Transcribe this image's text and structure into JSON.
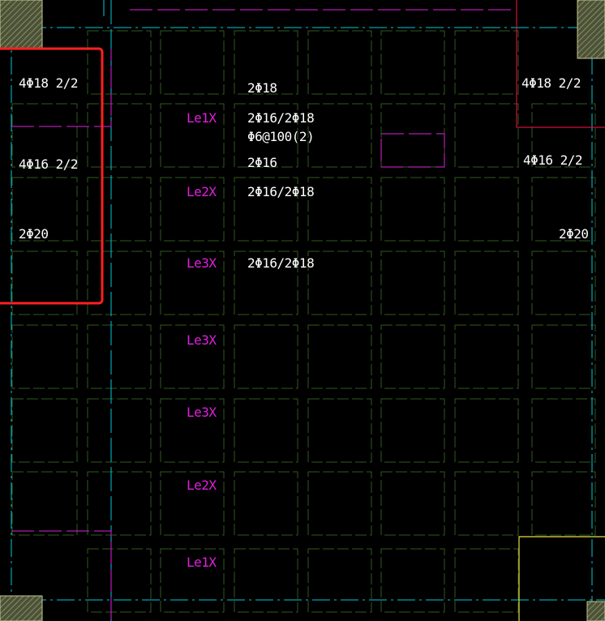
{
  "colors": {
    "background": "#000000",
    "grid_green": "#2f5a1e",
    "axis_cyan": "#00c8d8",
    "beam_magenta": "#e020e0",
    "wall_red": "#d01038",
    "highlight_red": "#ff2020",
    "column_yellow": "#e8e040",
    "hatch_fill": "#6a7050"
  },
  "rebar_labels": {
    "left_top": "4Φ18 2/2",
    "left_mid": "4Φ16 2/2",
    "left_bottom": "2Φ20",
    "right_top": "4Φ18 2/2",
    "right_mid": "4Φ16 2/2",
    "right_bottom": "2Φ20",
    "center_top": "2Φ18",
    "center_1a": "2Φ16/2Φ18",
    "center_1b": "Φ6@100(2)",
    "center_1c": "2Φ16",
    "center_2": "2Φ16/2Φ18",
    "center_3": "2Φ16/2Φ18"
  },
  "beam_labels": [
    "Le1X",
    "Le2X",
    "Le3X",
    "Le3X",
    "Le3X",
    "Le2X",
    "Le1X"
  ]
}
